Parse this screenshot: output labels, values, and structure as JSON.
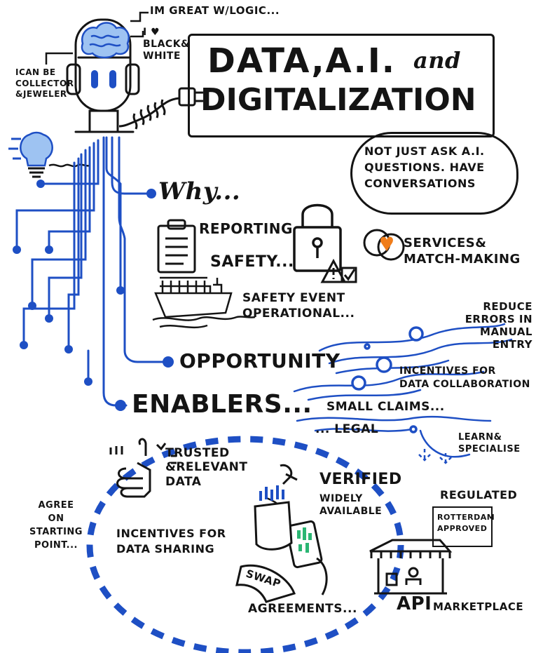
{
  "title": {
    "line1": "DATA,A.I.",
    "and": "and",
    "line2": "DIGITALIZATION"
  },
  "robot": {
    "great_logic": "IM GREAT W/LOGIC...",
    "black_white": "I ♥\nBLACK&\nWHITE",
    "collector": "ICAN be\nCOLLECTOR\n&JEWELER"
  },
  "bubble": {
    "text": "NOT JUST ASK A.I.\nQUESTIONS. hAVE\nCONVERSATIONS"
  },
  "why": {
    "label": "Why...",
    "reporting": "REPORTING",
    "safety": "SAFETy...",
    "services": "SERVICES&\nMATCH-MAKING",
    "safety_event": "SAFETY EVENT\nOPERATIONAL..."
  },
  "opportunity": {
    "label": "OPPORTUNITY",
    "reduce_errors": "REDUCE\nERRORS in\nMANUAL\nENTRY",
    "incentives": "INCENTIVES for\nDATA COLLABORATION",
    "small_claims": "SMALL CLAIMS...",
    "legal": "... LEGAL",
    "learn": "LEARN&\nSPECIALISE"
  },
  "enablers": {
    "label": "ENAbLERS...",
    "trusted": "TRUSTED\n&RELEVANT\nDATA",
    "verified": "VERIFIED",
    "widely": "WIDELY\nAVAILABLE",
    "agree": "AGREE\non\nSTARTING\nPOINT...",
    "incentives_sharing": "INCENTIVES for\nDATA ShARING",
    "swap": "SWAP",
    "agreements": "AGREEMENTS...",
    "regulated": "REGULATED",
    "rotterdam": "ROTTERDAM\nAPPROVED",
    "api": "API",
    "marketplace": "MARKETPLACE"
  },
  "colors": {
    "ink": "#141414",
    "blue": "#1e4fc4",
    "orange": "#f07d1a",
    "green": "#2bb673"
  },
  "icons": [
    "robot-icon",
    "brain-icon",
    "plug-icon",
    "lightbulb-icon",
    "clipboard-icon",
    "padlock-icon",
    "warning-icon",
    "ship-icon",
    "heart-icon",
    "hand-icon",
    "phone-icon",
    "market-stall-icon"
  ]
}
